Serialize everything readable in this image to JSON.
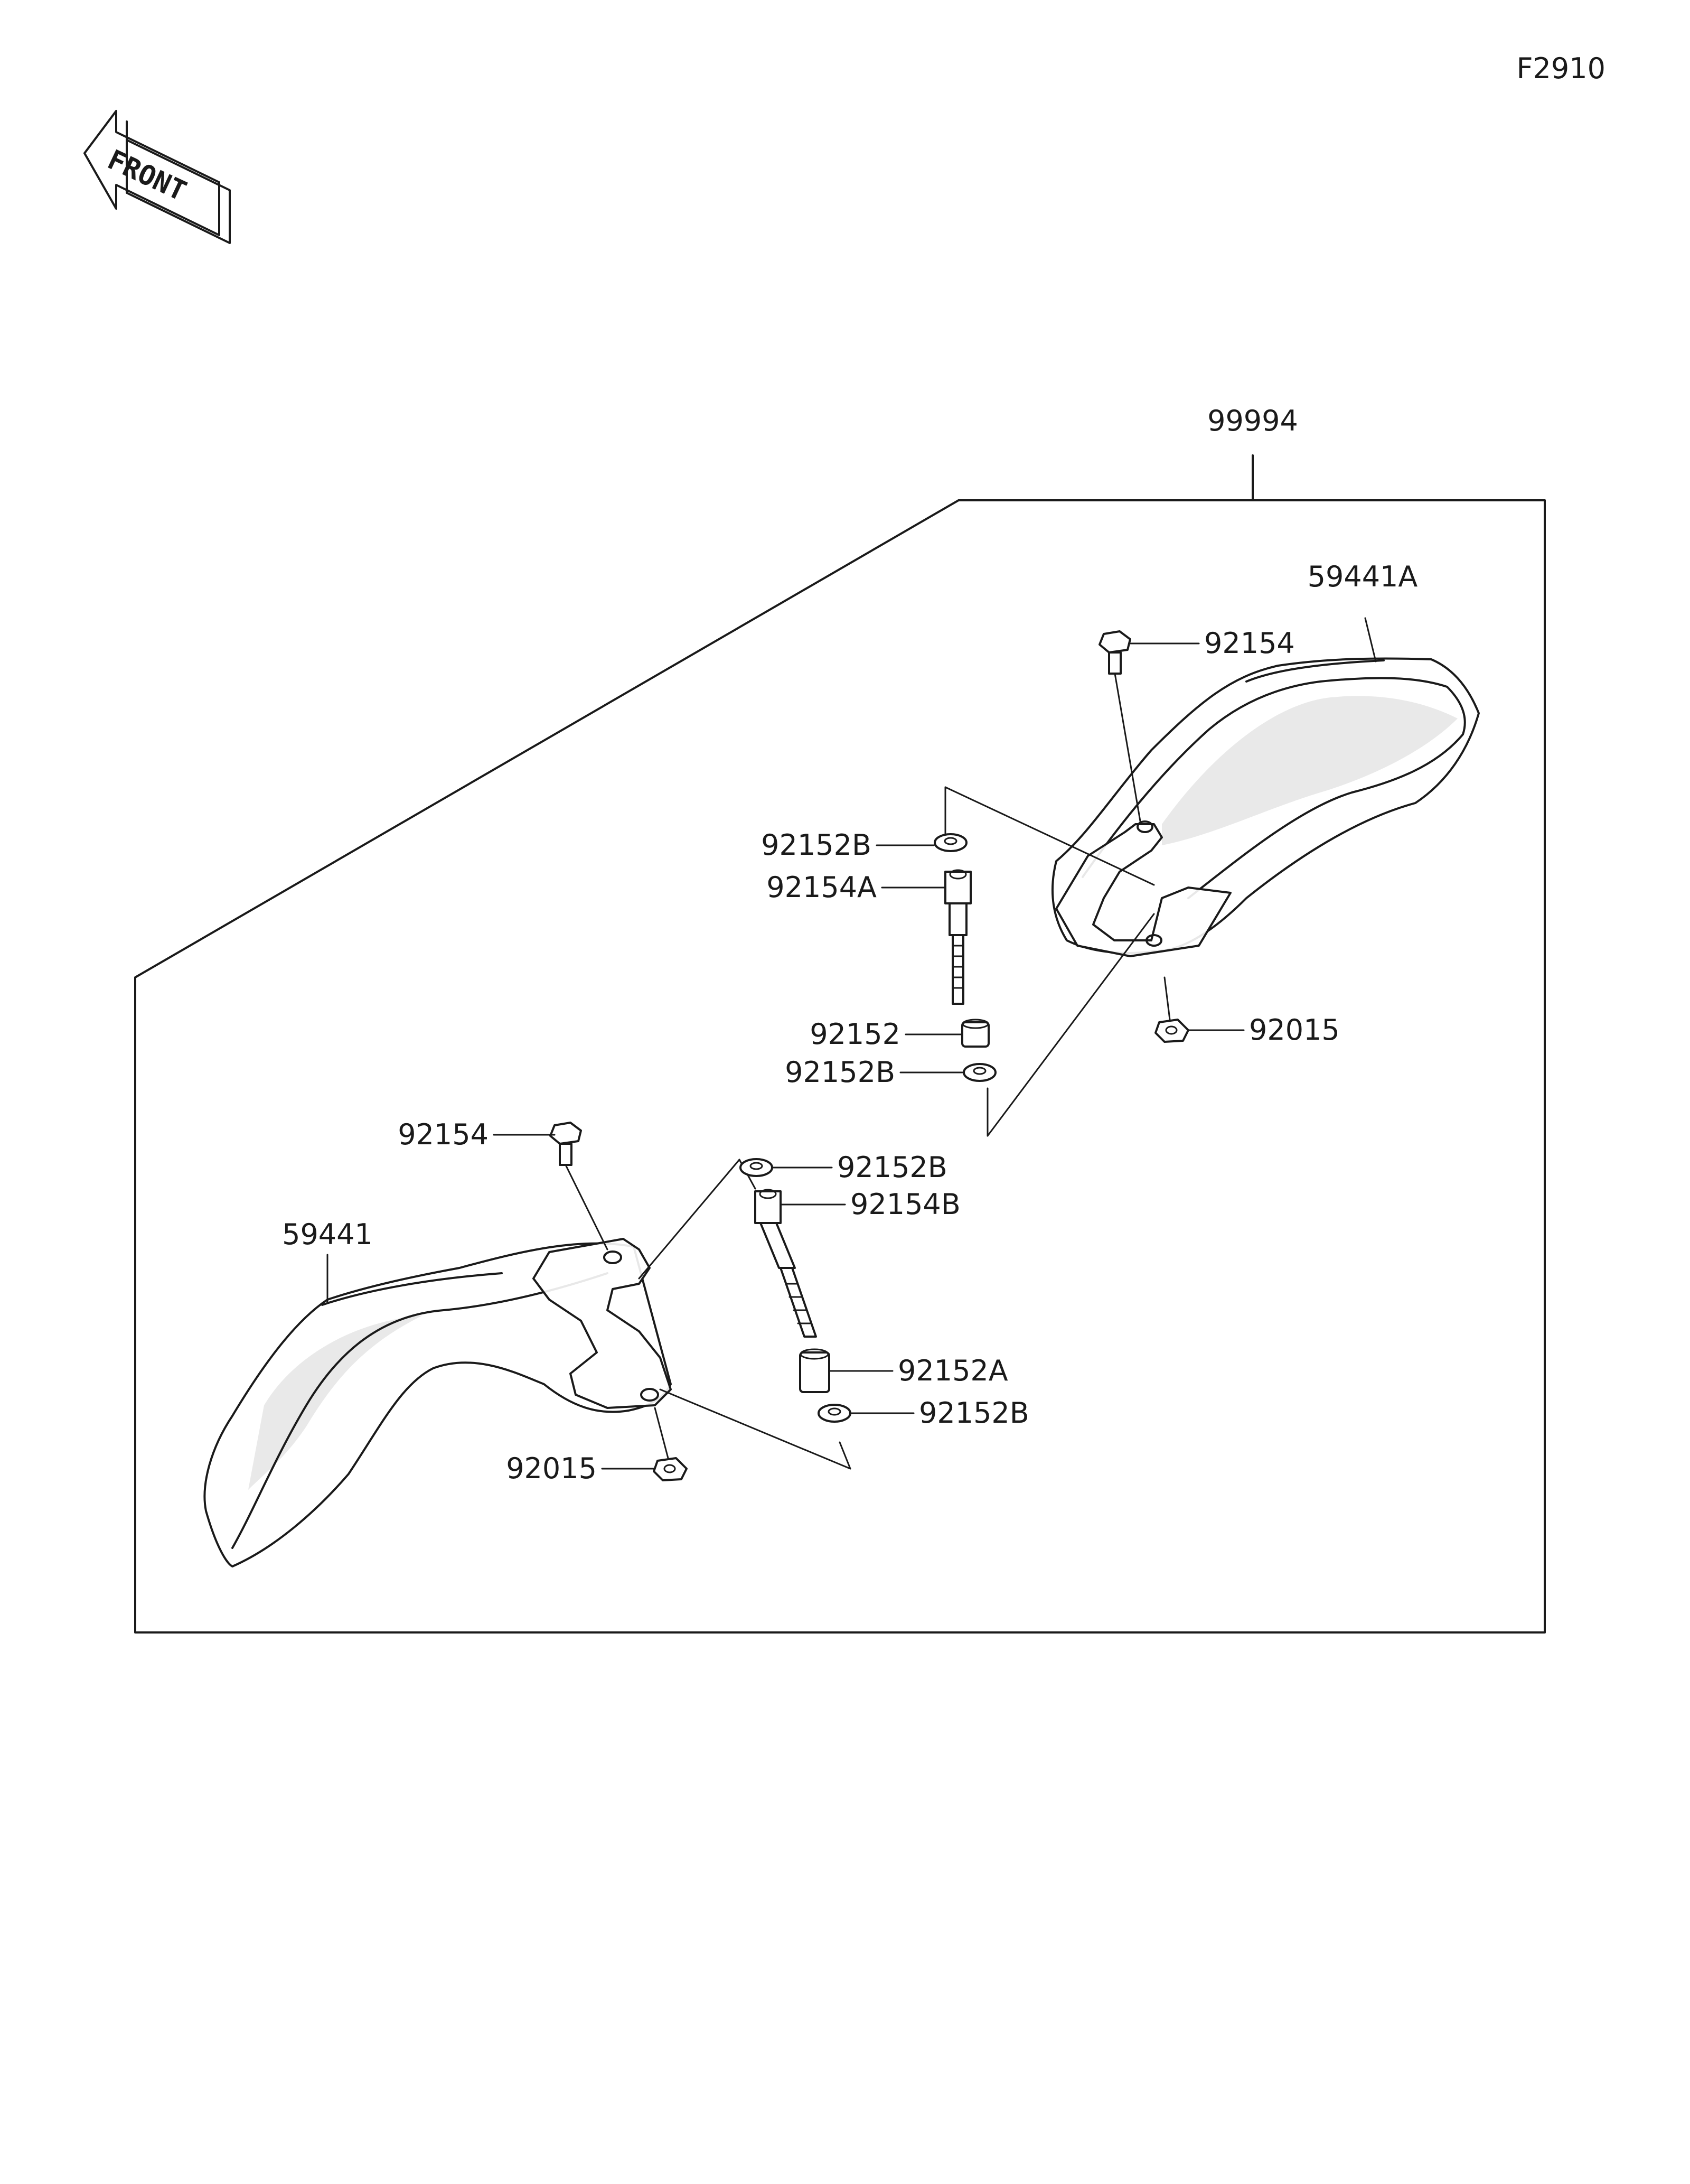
{
  "figure_code": "F2910",
  "front_arrow": {
    "label": "FRONT",
    "icon": "front-direction-arrow-icon"
  },
  "callouts": {
    "assembly": "99994",
    "guard_right": "59441A",
    "guard_left": "59441",
    "bolt_right": "92154",
    "bolt_left": "92154",
    "washer_r_top": "92152B",
    "spacer_bolt_r": "92154A",
    "collar_r": "92152",
    "washer_r_bottom": "92152B",
    "nut_right": "92015",
    "washer_l_top": "92152B",
    "spacer_bolt_l": "92154B",
    "collar_l": "92152A",
    "washer_l_bottom": "92152B",
    "nut_left": "92015"
  }
}
